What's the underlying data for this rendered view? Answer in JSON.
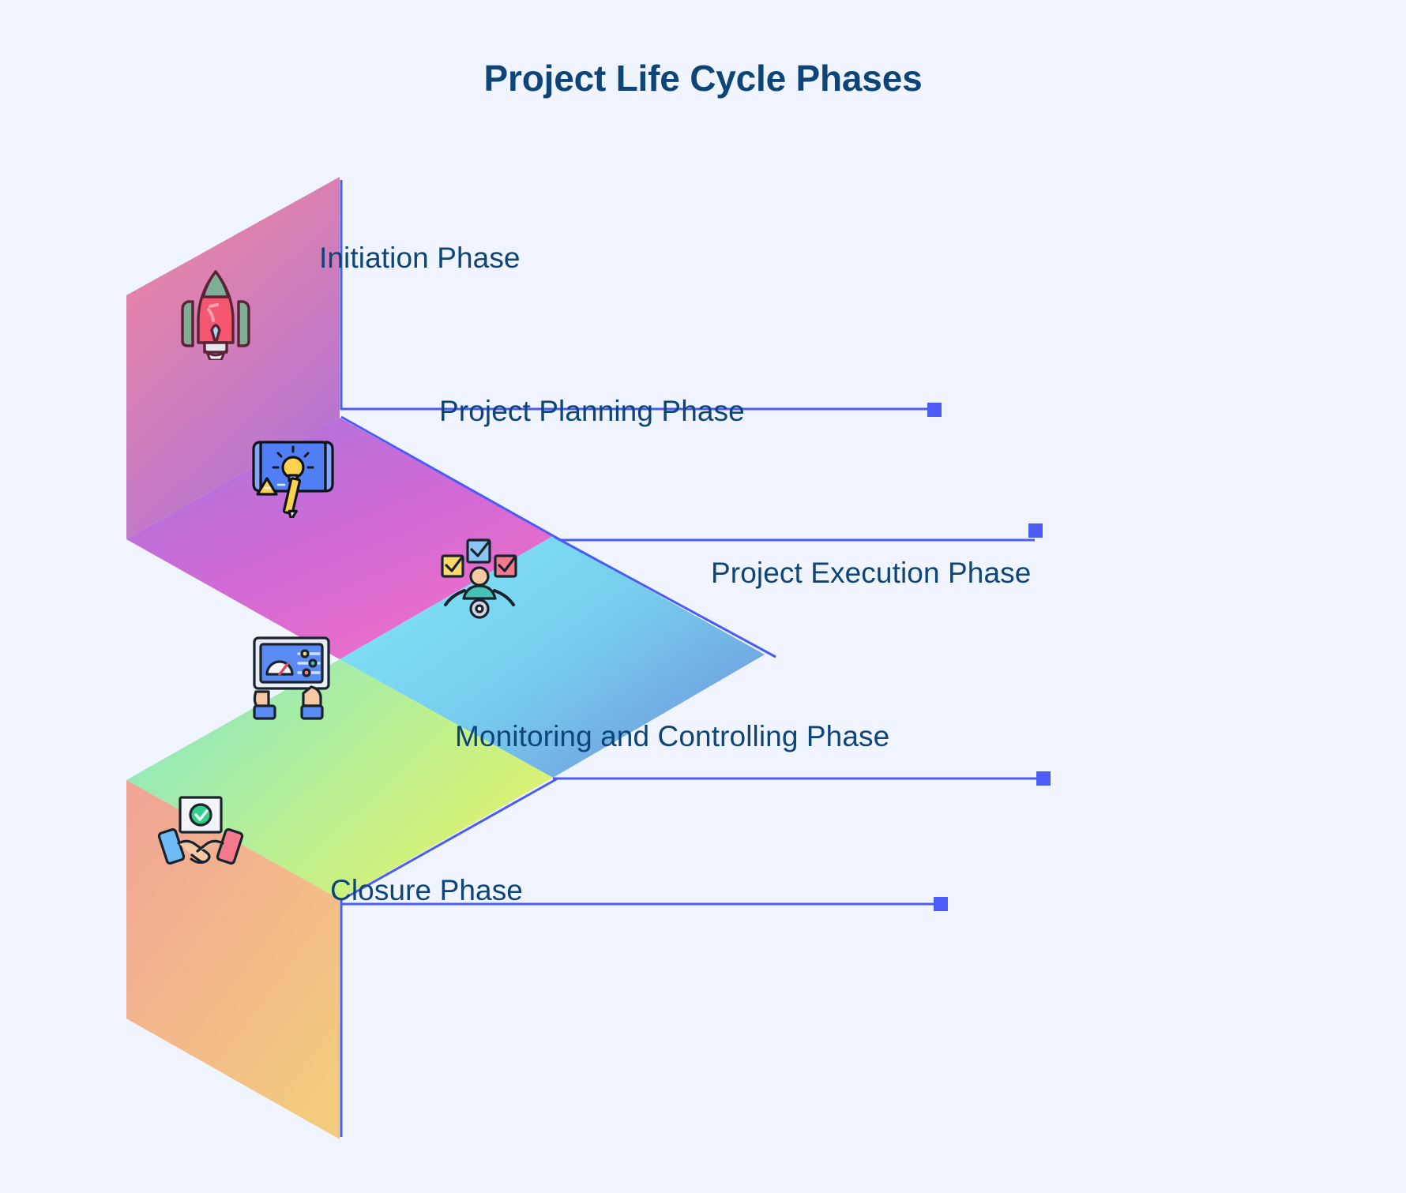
{
  "page": {
    "title": "Project Life Cycle Phases",
    "background_color": "#f0f4fe",
    "title_color": "#0d4579",
    "connector_color": "#4a5cf5"
  },
  "phases": [
    {
      "id": "initiation",
      "label": "Initiation Phase",
      "icon": "rocket-launch-icon",
      "gradient_from": "#f08a9c",
      "gradient_to": "#c06fd0",
      "order": 1
    },
    {
      "id": "planning",
      "label": "Project Planning Phase",
      "icon": "blueprint-idea-icon",
      "gradient_from": "#b26fd8",
      "gradient_to": "#e86fc8",
      "order": 2
    },
    {
      "id": "execution",
      "label": "Project Execution Phase",
      "icon": "team-checklist-icon",
      "gradient_from": "#7de3f4",
      "gradient_to": "#6f96dd",
      "order": 3
    },
    {
      "id": "monitoring",
      "label": "Monitoring and Controlling Phase",
      "icon": "dashboard-tablet-icon",
      "gradient_from": "#8fe6c0",
      "gradient_to": "#e4f06a",
      "order": 4
    },
    {
      "id": "closure",
      "label": "Closure Phase",
      "icon": "handshake-approved-icon",
      "gradient_from": "#f0a79a",
      "gradient_to": "#f0c87a",
      "order": 5
    }
  ]
}
